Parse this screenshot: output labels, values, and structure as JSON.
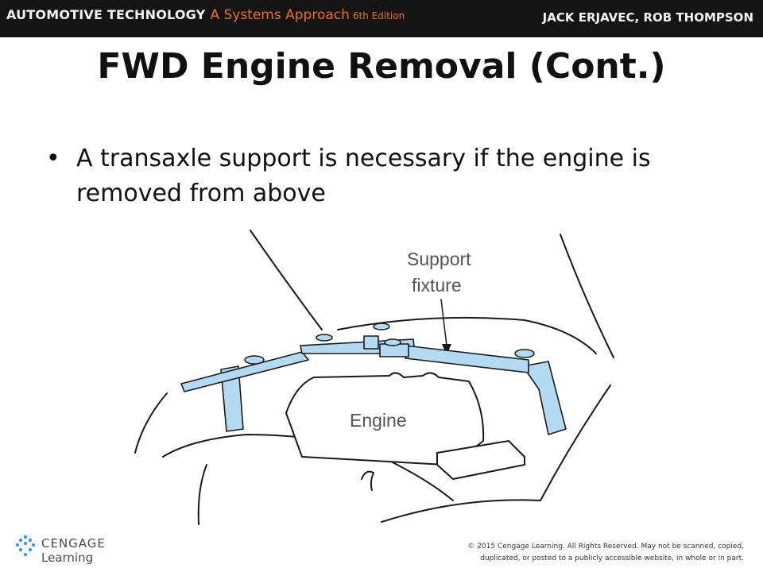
{
  "banner": {
    "title": "AUTOMOTIVE TECHNOLOGY",
    "subtitle": "A Systems Approach",
    "edition": "6th Edition",
    "authors": "JACK ERJAVEC, ROB THOMPSON"
  },
  "slide": {
    "title": "FWD Engine Removal (Cont.)",
    "bullets": [
      "A transaxle support is necessary if the engine is removed from above"
    ]
  },
  "figure": {
    "labels": {
      "support_fixture_line1": "Support",
      "support_fixture_line2": "fixture",
      "engine": "Engine"
    },
    "colors": {
      "fixture_fill": "#b3daf1",
      "line": "#1a1a1a"
    }
  },
  "footer": {
    "logo_line1": "CENGAGE",
    "logo_line2": "Learning",
    "copyright_line1": "© 2015 Cengage Learning. All Rights Reserved. May not be scanned, copied,",
    "copyright_line2": "duplicated, or posted to a publicly accessible website, in whole or in part."
  }
}
